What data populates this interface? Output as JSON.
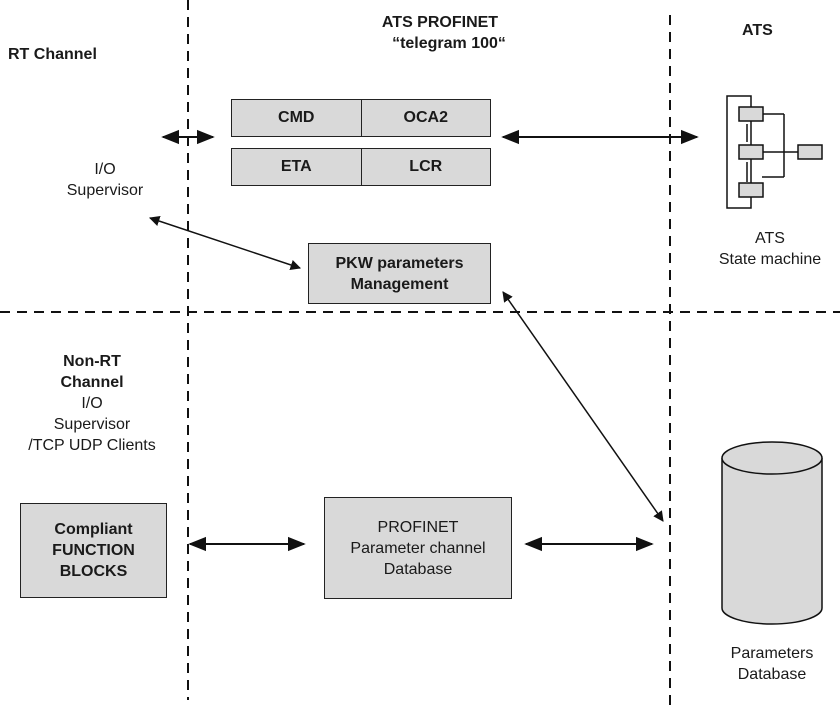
{
  "headers": {
    "rt_channel": "RT Channel",
    "ats_profinet_line1": "ATS PROFINET",
    "ats_profinet_line2": "“telegram 100“",
    "ats": "ATS"
  },
  "left_labels": {
    "io_line1": "I/O",
    "io_line2": "Supervisor",
    "nonrt_line1": "Non-RT",
    "nonrt_line2": "Channel",
    "nonrt_line3": "I/O",
    "nonrt_line4": "Supervisor",
    "nonrt_line5": "/TCP UDP Clients"
  },
  "telegram_fields": {
    "cmd": "CMD",
    "oca2": "OCA2",
    "eta": "ETA",
    "lcr": "LCR"
  },
  "pkw_box": {
    "line1": "PKW parameters",
    "line2": "Management"
  },
  "function_blocks_box": {
    "line1": "Compliant",
    "line2": "FUNCTION",
    "line3": "BLOCKS"
  },
  "param_channel_box": {
    "line1": "PROFINET",
    "line2": "Parameter channel",
    "line3": "Database"
  },
  "right_labels": {
    "state_machine_line1": "ATS",
    "state_machine_line2": "State machine",
    "db_line1": "Parameters",
    "db_line2": "Database"
  },
  "colors": {
    "box_fill": "#d9d9d9",
    "line": "#111111"
  }
}
